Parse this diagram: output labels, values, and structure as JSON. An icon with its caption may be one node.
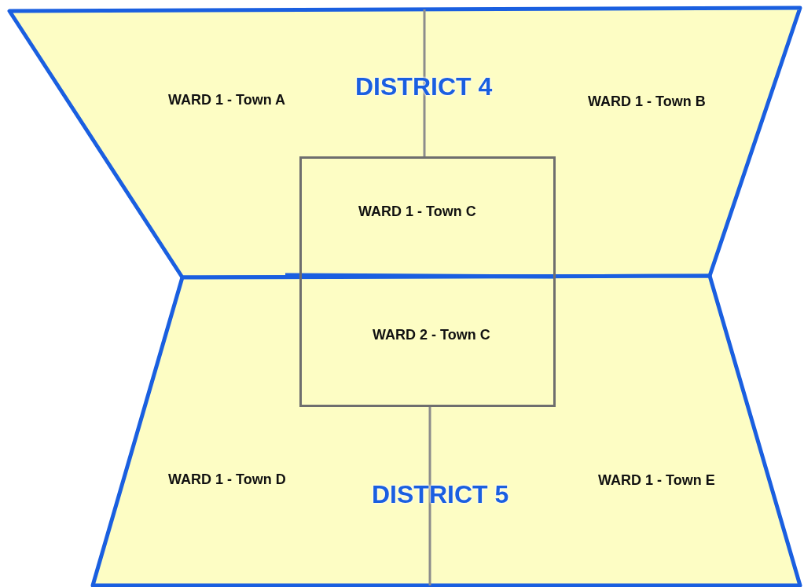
{
  "diagram": {
    "nodes": [
      {
        "text": [
          "DISTRICT 4"
        ]
      },
      {
        "text": [
          "WARD 1 - Town A"
        ],
        "in": 0
      },
      {
        "text": [
          "WARD 1 - Town B"
        ],
        "in": 0
      },
      {
        "text": [
          "WARD 1 - Town C",
          "WARD 2 - Town C"
        ]
      },
      {
        "text": [
          "DISTRICT 5"
        ]
      },
      {
        "text": [
          "WARD 1 - Town D"
        ],
        "in": 4
      },
      {
        "text": [
          "WARD 1 - Town E"
        ],
        "in": 4
      }
    ]
  }
}
